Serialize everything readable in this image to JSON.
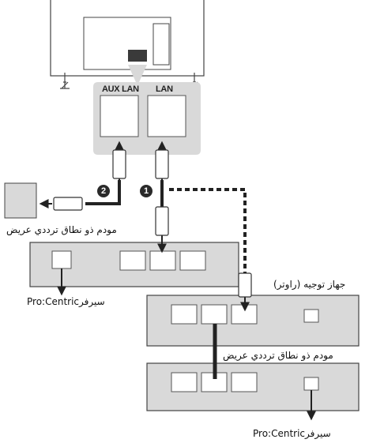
{
  "tv": {
    "ports": {
      "aux_lan": "AUX LAN",
      "lan": "LAN"
    }
  },
  "badges": {
    "one": "1",
    "two": "2"
  },
  "labels": {
    "modem_left": "مودم ذو نطاق ترددي عريض",
    "server_left": "سيرفرPro:Centric",
    "router": "جهاز توجيه (راوتر)",
    "modem_right": "مودم ذو نطاق ترددي عريض",
    "server_right": "سيرفرPro:Centric"
  },
  "colors": {
    "panel": "#d9d9d9",
    "device_fill": "#dedede",
    "port_fill": "#ffffff",
    "cable": "#222222",
    "line": "#333333"
  }
}
